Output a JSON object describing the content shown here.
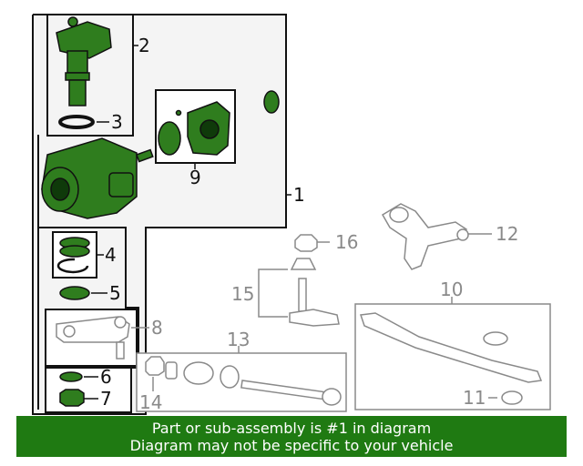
{
  "callouts": {
    "c1": "1",
    "c2": "2",
    "c3": "3",
    "c4": "4",
    "c5": "5",
    "c6": "6",
    "c7": "7",
    "c8": "8",
    "c9": "9",
    "c10": "10",
    "c11": "11",
    "c12": "12",
    "c13": "13",
    "c14": "14",
    "c15": "15",
    "c16": "16"
  },
  "banner": {
    "line1": "Part or sub-assembly is #1 in diagram",
    "line2": "Diagram may not be specific to your vehicle"
  },
  "colors": {
    "highlight": "#1f7a12",
    "part_green": "#2f7d1e",
    "line_dark": "#111111",
    "line_gray": "#8a8a8a"
  }
}
